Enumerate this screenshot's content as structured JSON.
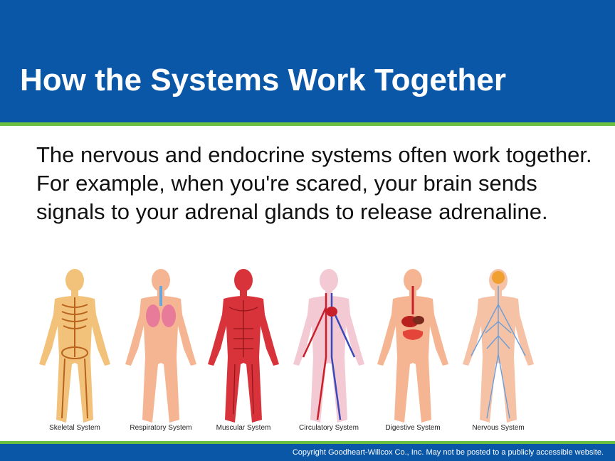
{
  "slide": {
    "title": "How the Systems Work Together",
    "body": "The nervous and endocrine systems often work together. For example, when you're scared, your brain sends signals to your adrenal glands to release adrenaline."
  },
  "figure": {
    "captions": [
      "Skeletal System",
      "Respiratory System",
      "Muscular System",
      "Circulatory System",
      "Digestive System",
      "Nervous System"
    ]
  },
  "footer": {
    "copyright": "Copyright Goodheart-Willcox Co., Inc.  May not be posted to a publicly accessible website."
  },
  "colors": {
    "header": "#0a57a8",
    "accent_rule": "#6bbf3e",
    "skin": "#f4b48e",
    "muscle": "#d8333a",
    "bone": "#e8a040"
  }
}
